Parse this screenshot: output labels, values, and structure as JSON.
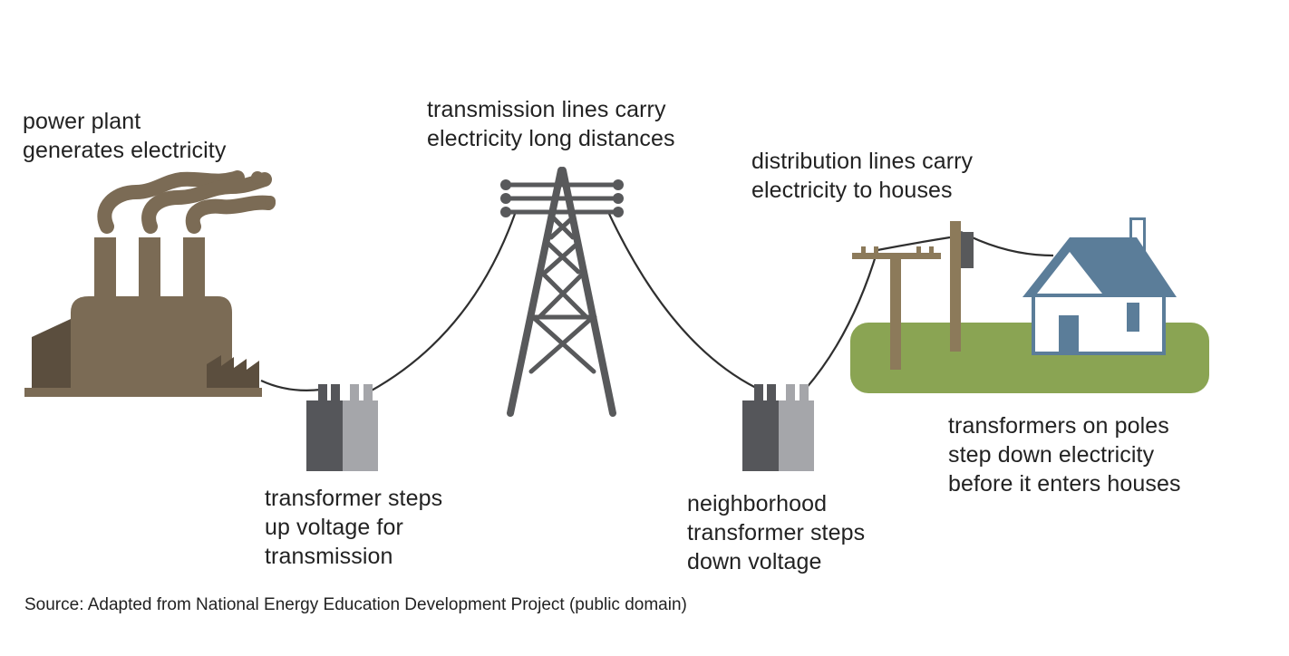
{
  "labels": {
    "power_plant": [
      "power plant",
      "generates electricity"
    ],
    "transmission_lines": [
      "transmission lines carry",
      "electricity long distances"
    ],
    "distribution_lines": [
      "distribution lines carry",
      "electricity to houses"
    ],
    "step_up_transformer": [
      "transformer steps",
      "up voltage for",
      "transmission"
    ],
    "neighborhood_transformer": [
      "neighborhood",
      "transformer steps",
      "down voltage"
    ],
    "pole_transformers": [
      "transformers on poles",
      "step down electricity",
      "before it enters houses"
    ]
  },
  "source": "Source: Adapted from National Energy Education Development Project (public domain)",
  "colors": {
    "plant": "#7b6b55",
    "factory": "#5b4e3e",
    "transformer_dark": "#55565a",
    "transformer_light": "#a5a6aa",
    "tower": "#58595b",
    "wire": "#2f2f2f",
    "pole": "#8c7a5a",
    "grass": "#8aa453",
    "house_roof": "#5b7d99",
    "house_wall": "#ffffff"
  }
}
